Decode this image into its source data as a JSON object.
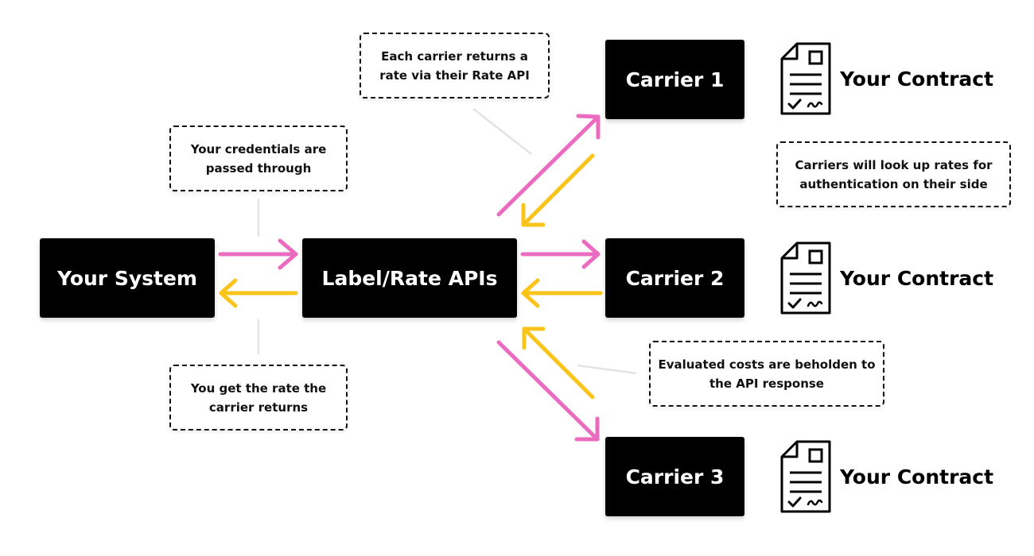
{
  "colors": {
    "request_arrow": "#ea6bbf",
    "response_arrow": "#fbc41b",
    "connector": "#e3e3e3",
    "box": "#000000"
  },
  "boxes": {
    "your_system": "Your System",
    "label_rate_apis": "Label/Rate APIs",
    "carrier_1": "Carrier 1",
    "carrier_2": "Carrier 2",
    "carrier_3": "Carrier 3"
  },
  "notes": {
    "carrier_returns": "Each carrier returns a rate via their Rate API",
    "credentials": "Your credentials are passed through",
    "get_rate": "You get the rate the carrier returns",
    "lookup": "Carriers will look up rates for authentication on their side",
    "evaluated": "Evaluated costs are beholden to the API response"
  },
  "contracts": {
    "icon": "contract-document-icon",
    "label": "Your Contract"
  }
}
